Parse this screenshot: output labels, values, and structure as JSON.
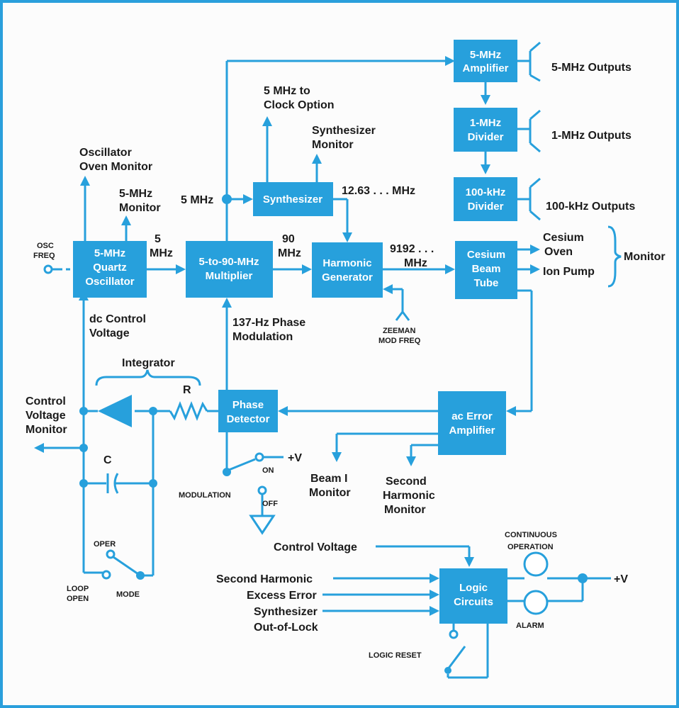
{
  "colors": {
    "accent": "#27a0dc",
    "text": "#1a1a1a",
    "border": "#2a9fdc"
  },
  "blocks": {
    "amp5": [
      "5-MHz",
      "Amplifier"
    ],
    "div1": [
      "1-MHz",
      "Divider"
    ],
    "div100": [
      "100-kHz",
      "Divider"
    ],
    "synth": [
      "Synthesizer"
    ],
    "osc": [
      "5-MHz",
      "Quartz",
      "Oscillator"
    ],
    "mult": [
      "5-to-90-MHz",
      "Multiplier"
    ],
    "harm": [
      "Harmonic",
      "Generator"
    ],
    "tube": [
      "Cesium",
      "Beam",
      "Tube"
    ],
    "phase": [
      "Phase",
      "Detector"
    ],
    "acerr": [
      "ac Error",
      "Amplifier"
    ],
    "logic": [
      "Logic",
      "Circuits"
    ]
  },
  "labels": {
    "out5": "5-MHz Outputs",
    "out1": "1-MHz Outputs",
    "out100": "100-kHz Outputs",
    "clock": [
      "5 MHz to",
      "Clock Option"
    ],
    "synthmon": [
      "Synthesizer",
      "Monitor"
    ],
    "oscmon": [
      "Oscillator",
      "Oven Monitor"
    ],
    "mon5": [
      "5-MHz",
      "Monitor"
    ],
    "mhz5_a": "5 MHz",
    "mhz5_b": [
      "5",
      "MHz"
    ],
    "mhz90": [
      "90",
      "MHz"
    ],
    "mhz1263": "12.63 . . . MHz",
    "mhz9192": [
      "9192 . . .",
      "MHz"
    ],
    "cesiumoven": [
      "Cesium",
      "Oven"
    ],
    "ionpump": "Ion Pump",
    "monitor": "Monitor",
    "oscfreq": [
      "OSC",
      "FREQ"
    ],
    "dccontrol": [
      "dc Control",
      "Voltage"
    ],
    "phasemod": [
      "137-Hz Phase",
      "Modulation"
    ],
    "zeeman": [
      "ZEEMAN",
      "MOD FREQ"
    ],
    "integrator": "Integrator",
    "r": "R",
    "c": "C",
    "cvmon": [
      "Control",
      "Voltage",
      "Monitor"
    ],
    "beami": [
      "Beam I",
      "Monitor"
    ],
    "secondharm": [
      "Second",
      "Harmonic",
      "Monitor"
    ],
    "on": "ON",
    "off": "OFF",
    "plusv": "+V",
    "modulation": "MODULATION",
    "oper": "OPER",
    "loopopen": [
      "LOOP",
      "OPEN"
    ],
    "mode": "MODE",
    "controlvoltage": "Control Voltage",
    "logicin1": "Second Harmonic",
    "logicin2": "Excess Error",
    "logicin3": [
      "Synthesizer",
      "Out-of-Lock"
    ],
    "logicreset": "LOGIC RESET",
    "contop": [
      "CONTINUOUS",
      "OPERATION"
    ],
    "alarm": "ALARM",
    "plusv2": "+V"
  }
}
